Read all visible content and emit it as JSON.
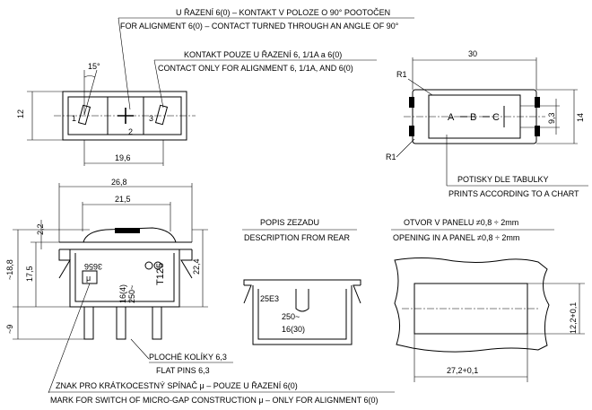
{
  "notes": {
    "alignment_cz": "U ŘAZENÍ 6(0) – KONTAKT V POLOZE O 90° POOTOČEN",
    "alignment_en": "FOR ALIGNMENT 6(0) – CONTACT TURNED THROUGH AN ANGLE OF 90°",
    "contact_cz": "KONTAKT POUZE U ŘAZENÍ 6, 1/1A a 6(0)",
    "contact_en": "CONTACT ONLY FOR ALIGNMENT 6, 1/1A, AND 6(0)",
    "prints_cz": "POTISKY DLE TABULKY",
    "prints_en": "PRINTS ACCORDING TO A CHART",
    "rear_cz": "POPIS ZEZADU",
    "rear_en": "DESCRIPTION FROM REAR",
    "panel_cz": "OTVOR V PANELU ≠0,8 ÷ 2mm",
    "panel_en": "OPENING IN A PANEL ≠0,8 ÷ 2mm",
    "pins_cz": "PLOCHÉ KOLÍKY 6,3",
    "pins_en": "FLAT PINS 6,3",
    "mark_cz": "ZNAK PRO KRÁTKOCESTNÝ SPÍNAČ μ – POUZE U ŘAZENÍ 6(0)",
    "mark_en": "MARK FOR SWITCH OF MICRO-GAP CONSTRUCTION μ – ONLY FOR ALIGNMENT 6(0)"
  },
  "dimensions": {
    "top_height": "12",
    "top_width": "19,6",
    "angle": "15°",
    "front_width": "30",
    "front_height": "14",
    "front_inner": "9,3",
    "radius_top": "R1",
    "radius_bottom": "R1",
    "side_top": "26,8",
    "side_inner": "21,5",
    "side_rocker": "2,2",
    "side_overall": "~18,8",
    "side_body": "17,5",
    "side_right": "22,4",
    "side_pins": "~9",
    "cutout_width": "27,2+0,1",
    "cutout_height": "12,2+0,1"
  },
  "labels": {
    "pin1": "1",
    "pin2": "2",
    "pin3": "3",
    "legend_a": "A",
    "legend_b": "B",
    "legend_c": "C",
    "side_code": "3656",
    "side_code_mu": "μ",
    "side_rating_a": "16(4)",
    "side_rating_v": "250~",
    "side_t": "T125",
    "rear_code": "25E3",
    "rear_rating_a": "16(30)",
    "rear_rating_v": "250~"
  }
}
